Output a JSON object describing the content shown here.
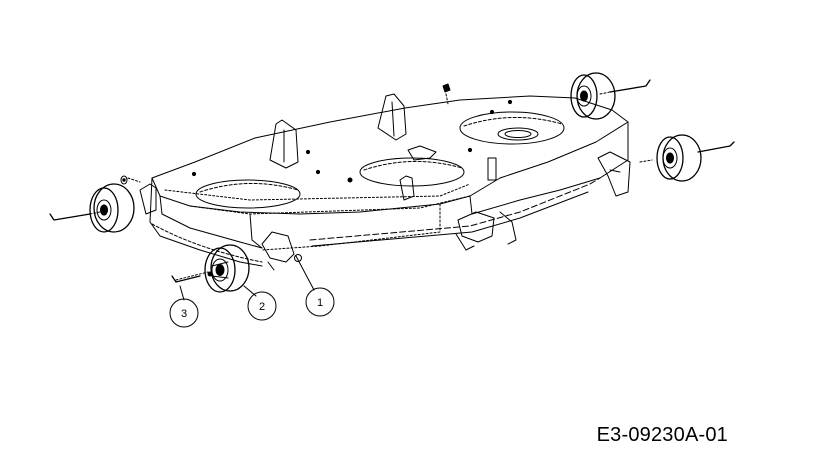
{
  "diagram": {
    "part_code": "E3-09230A-01",
    "callouts": [
      {
        "label": "1"
      },
      {
        "label": "2"
      },
      {
        "label": "3"
      }
    ],
    "colors": {
      "line": "#000000",
      "background": "#ffffff"
    }
  }
}
